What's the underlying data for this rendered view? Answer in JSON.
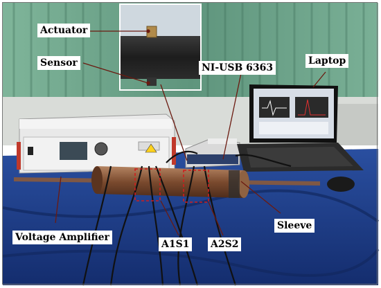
{
  "labels": {
    "actuator": "Actuator",
    "sensor": "Sensor",
    "ni_usb": "NI-USB 6363",
    "laptop": "Laptop",
    "voltage_amplifier": "Voltage Amplifier",
    "a1s1": "A1S1",
    "a2s2": "A2S2",
    "sleeve": "Sleeve"
  },
  "colors": {
    "label_background": "#ffffff",
    "pointer_line": "#6b1a10",
    "cloth": "#1f3f8f",
    "pipe": "#8a5a3c",
    "curtain": "#6fa58c"
  }
}
